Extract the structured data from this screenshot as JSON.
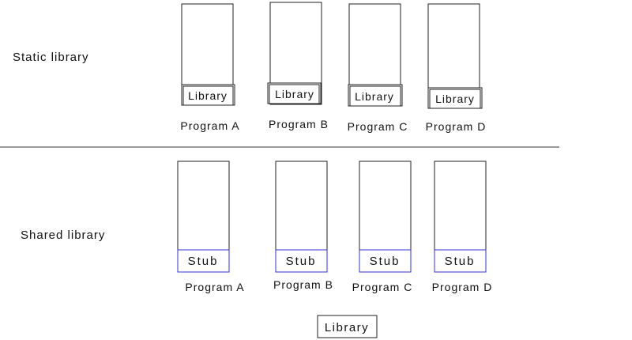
{
  "static_section": {
    "label": "Static library",
    "programs": [
      {
        "name": "Program A",
        "library_label": "Library"
      },
      {
        "name": "Program B",
        "library_label": "Library"
      },
      {
        "name": "Program C",
        "library_label": "Library"
      },
      {
        "name": "Program D",
        "library_label": "Library"
      }
    ]
  },
  "shared_section": {
    "label": "Shared library",
    "programs": [
      {
        "name": "Program A",
        "stub_label": "Stub"
      },
      {
        "name": "Program B",
        "stub_label": "Stub"
      },
      {
        "name": "Program C",
        "stub_label": "Stub"
      },
      {
        "name": "Program D",
        "stub_label": "Stub"
      }
    ],
    "library_label": "Library"
  },
  "colors": {
    "stub_border": "#3333cc",
    "line": "#222222"
  }
}
